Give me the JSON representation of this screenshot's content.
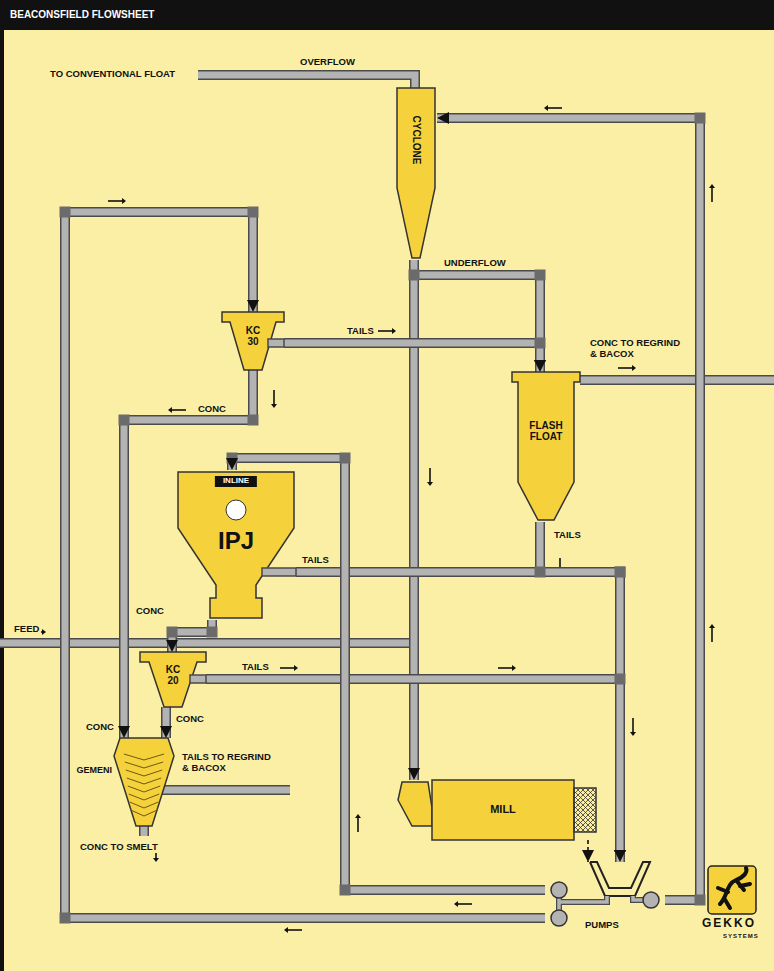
{
  "diagram": {
    "title": "BEACONSFIELD FLOWSHEET",
    "nodes": [
      {
        "text": [
          "CYCLONE"
        ]
      },
      {
        "text": [
          "KC 30"
        ]
      },
      {
        "text": [
          "FLASH FLOAT"
        ]
      },
      {
        "text": [
          "INLINE",
          "IPJ"
        ]
      },
      {
        "text": [
          "KC 20"
        ]
      },
      {
        "text": [
          "GEMENI"
        ]
      },
      {
        "text": [
          "MILL"
        ]
      },
      {
        "text": [
          "PUMPS"
        ]
      }
    ],
    "edges": [
      {
        "from": 0,
        "to": 6,
        "arrow": "to"
      },
      {
        "from": 0,
        "to": 2,
        "label": "UNDERFLOW",
        "arrow": "to"
      },
      {
        "from": 1,
        "to": 2,
        "label": "TAILS",
        "arrow": "to"
      },
      {
        "from": 1,
        "to": 5,
        "label": "CONC",
        "arrow": "to"
      },
      {
        "from": 3,
        "to": 7,
        "label": "TAILS",
        "arrow": "to"
      },
      {
        "from": 2,
        "to": 7,
        "label": "TAILS",
        "arrow": "to"
      },
      {
        "from": 3,
        "to": 4,
        "label": "CONC",
        "arrow": "to"
      },
      {
        "from": 4,
        "to": 7,
        "label": "TAILS",
        "arrow": "to"
      },
      {
        "from": 4,
        "to": 5,
        "label": "CONC",
        "arrow": "to"
      },
      {
        "from": 6,
        "to": 7,
        "arrow": "to"
      },
      {
        "from": 7,
        "to": 0,
        "arrow": "to"
      },
      {
        "from": 7,
        "to": 1,
        "arrow": "to"
      },
      {
        "from": 7,
        "to": 3,
        "arrow": "to"
      }
    ],
    "labels": [
      "TO CONVENTIONAL FLOAT",
      "OVERFLOW",
      "CONC TO REGRIND & BACOX",
      "FEED",
      "CONC",
      "TAILS TO REGRIND & BACOX",
      "CONC TO SMELT",
      "GEKKO",
      "SYSTEMS"
    ]
  }
}
